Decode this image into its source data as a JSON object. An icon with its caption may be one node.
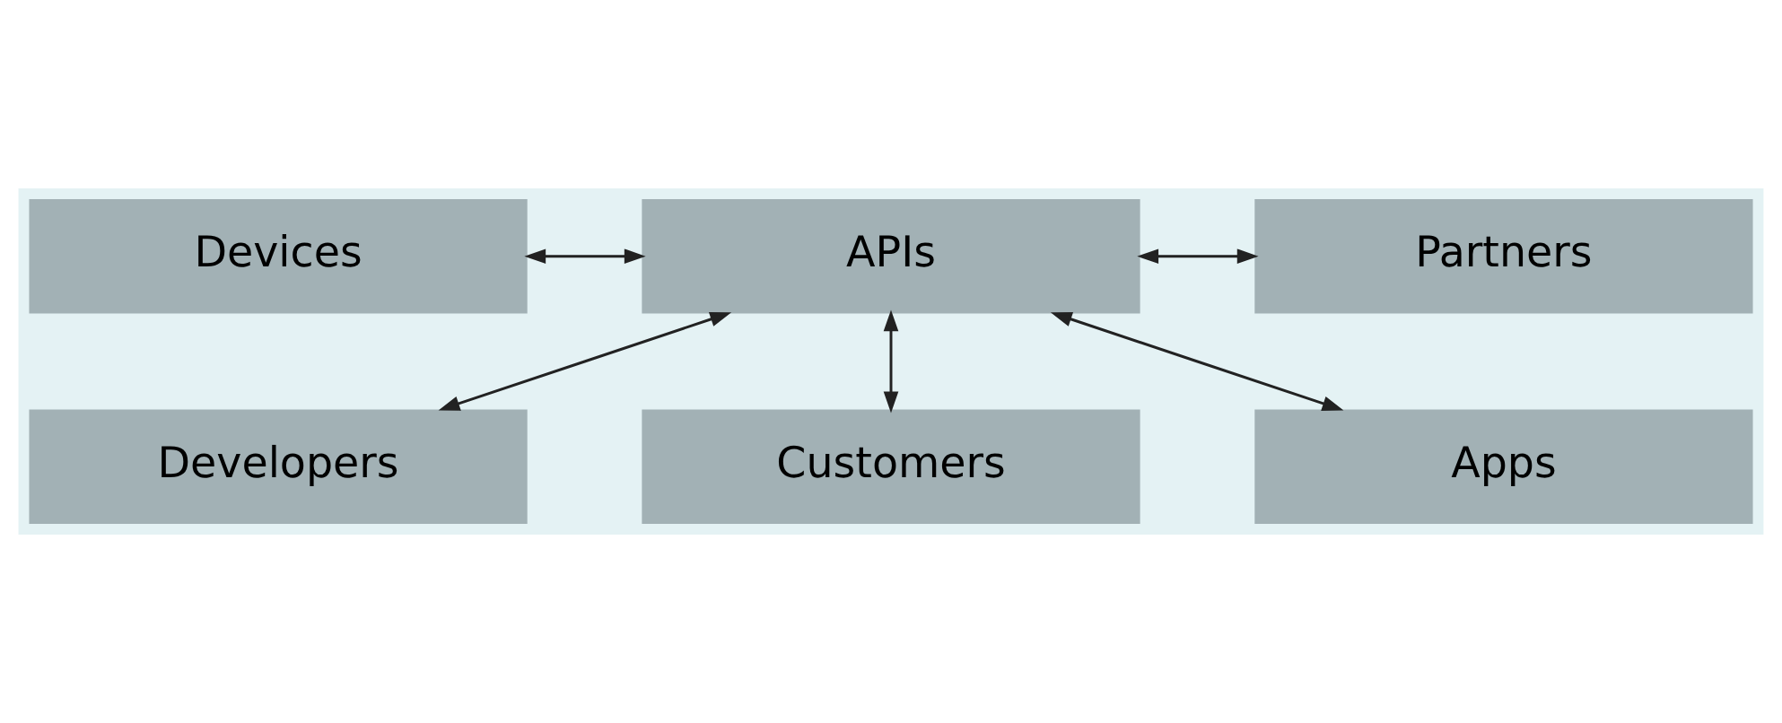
{
  "diagram": {
    "nodes": [
      {
        "text": [
          "Developers"
        ]
      },
      {
        "text": [
          "Devices"
        ]
      },
      {
        "text": [
          "APIs"
        ]
      },
      {
        "text": [
          "Partners"
        ]
      },
      {
        "text": [
          "Customers"
        ]
      },
      {
        "text": [
          "Apps"
        ]
      }
    ],
    "edges": [
      {
        "from": 2,
        "to": 0,
        "arrow": "both"
      },
      {
        "from": 1,
        "to": 2,
        "arrow": "both"
      },
      {
        "from": 2,
        "to": 3,
        "arrow": "both"
      },
      {
        "from": 2,
        "to": 4,
        "arrow": "both"
      },
      {
        "from": 2,
        "to": 5,
        "arrow": "both"
      }
    ]
  }
}
